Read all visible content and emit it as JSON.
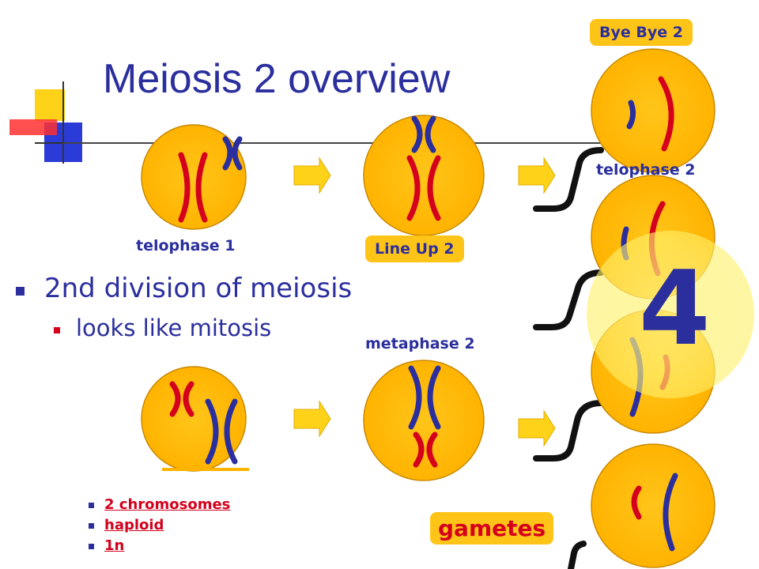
{
  "title": "Meiosis 2 overview",
  "labels": {
    "telophase1": "telophase 1",
    "metaphase2": "metaphase 2",
    "telophase2": "telophase 2"
  },
  "tags": {
    "line_up": "Line Up 2",
    "bye_bye": "Bye Bye 2",
    "gametes": "gametes"
  },
  "bullets": {
    "main": "2nd division of meiosis",
    "sub": "looks like mitosis"
  },
  "facts": [
    "2 chromosomes",
    "haploid",
    "1n"
  ],
  "big_number": "4",
  "colors": {
    "cell": "#ffbe0a",
    "cell_outline": "#c98a00",
    "red_chromosome": "#d4001c",
    "blue_chromosome": "#2b2f9e",
    "arrow": "#ffd21a",
    "highlight": "#ffee66"
  }
}
